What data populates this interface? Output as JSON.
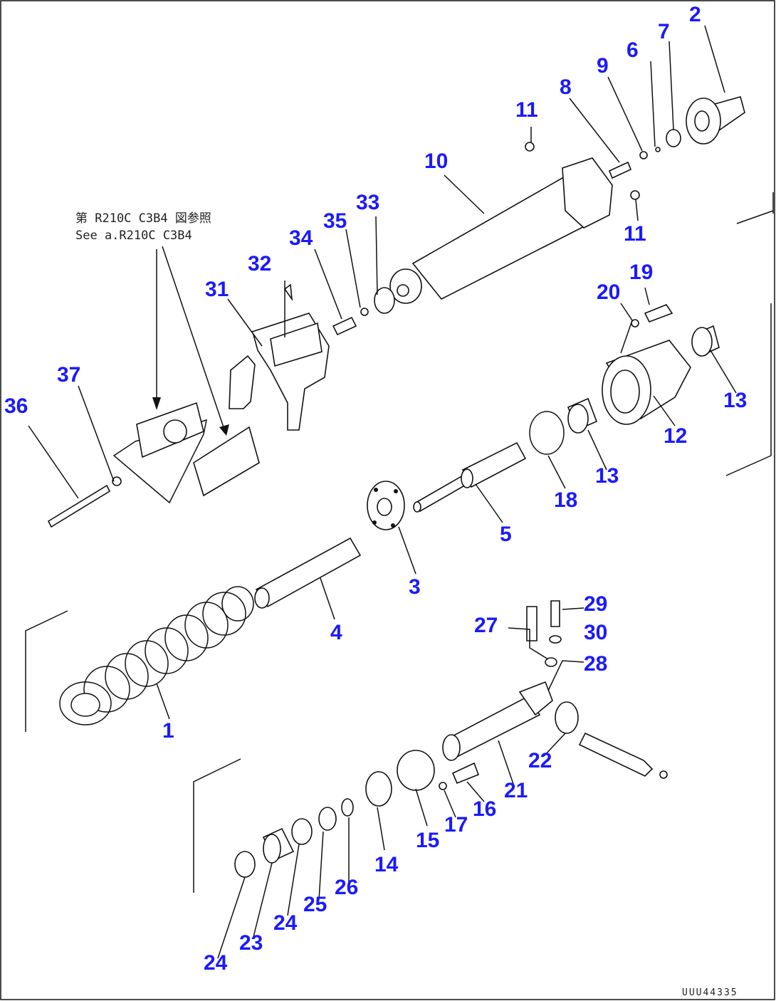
{
  "reference_note": {
    "line1": "第 R210C C3B4 図参照",
    "line2": "See    a.R210C C3B4"
  },
  "drawing_code": "UUU44335",
  "callouts": [
    {
      "id": "c1",
      "text": "1"
    },
    {
      "id": "c2",
      "text": "2"
    },
    {
      "id": "c3",
      "text": "3"
    },
    {
      "id": "c4",
      "text": "4"
    },
    {
      "id": "c5",
      "text": "5"
    },
    {
      "id": "c6",
      "text": "6"
    },
    {
      "id": "c7",
      "text": "7"
    },
    {
      "id": "c8",
      "text": "8"
    },
    {
      "id": "c9",
      "text": "9"
    },
    {
      "id": "c10",
      "text": "10"
    },
    {
      "id": "c11a",
      "text": "11"
    },
    {
      "id": "c11b",
      "text": "11"
    },
    {
      "id": "c12",
      "text": "12"
    },
    {
      "id": "c13a",
      "text": "13"
    },
    {
      "id": "c13b",
      "text": "13"
    },
    {
      "id": "c14",
      "text": "14"
    },
    {
      "id": "c15",
      "text": "15"
    },
    {
      "id": "c16",
      "text": "16"
    },
    {
      "id": "c17",
      "text": "17"
    },
    {
      "id": "c18",
      "text": "18"
    },
    {
      "id": "c19",
      "text": "19"
    },
    {
      "id": "c20",
      "text": "20"
    },
    {
      "id": "c21",
      "text": "21"
    },
    {
      "id": "c22",
      "text": "22"
    },
    {
      "id": "c23",
      "text": "23"
    },
    {
      "id": "c24a",
      "text": "24"
    },
    {
      "id": "c24b",
      "text": "24"
    },
    {
      "id": "c25",
      "text": "25"
    },
    {
      "id": "c26",
      "text": "26"
    },
    {
      "id": "c27",
      "text": "27"
    },
    {
      "id": "c28",
      "text": "28"
    },
    {
      "id": "c29",
      "text": "29"
    },
    {
      "id": "c30",
      "text": "30"
    },
    {
      "id": "c31",
      "text": "31"
    },
    {
      "id": "c32",
      "text": "32"
    },
    {
      "id": "c33",
      "text": "33"
    },
    {
      "id": "c34",
      "text": "34"
    },
    {
      "id": "c35",
      "text": "35"
    },
    {
      "id": "c36",
      "text": "36"
    },
    {
      "id": "c37",
      "text": "37"
    }
  ],
  "colors": {
    "label": "#1a1aff",
    "line": "#111111",
    "background": "#ffffff"
  }
}
